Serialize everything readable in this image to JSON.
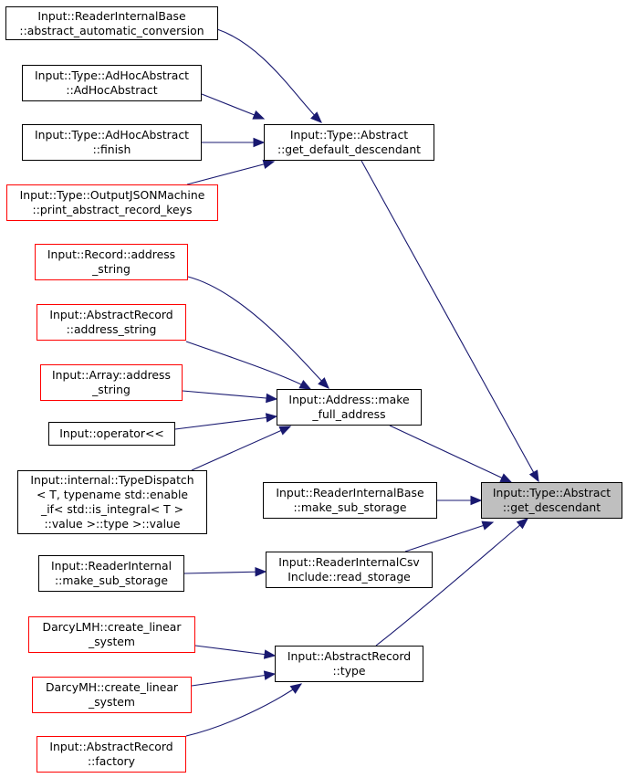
{
  "graph": {
    "edge_color": "#191970",
    "nodes": [
      {
        "id": "n1",
        "lines": [
          "Input::ReaderInternalBase",
          "::abstract_automatic_conversion"
        ],
        "border": "black"
      },
      {
        "id": "n2",
        "lines": [
          "Input::Type::AdHocAbstract",
          "::AdHocAbstract"
        ],
        "border": "black"
      },
      {
        "id": "n3",
        "lines": [
          "Input::Type::AdHocAbstract",
          "::finish"
        ],
        "border": "black"
      },
      {
        "id": "n4",
        "lines": [
          "Input::Type::OutputJSONMachine",
          "::print_abstract_record_keys"
        ],
        "border": "red"
      },
      {
        "id": "gdd",
        "lines": [
          "Input::Type::Abstract",
          "::get_default_descendant"
        ],
        "border": "black"
      },
      {
        "id": "n5",
        "lines": [
          "Input::Record::address",
          "_string"
        ],
        "border": "red"
      },
      {
        "id": "n6",
        "lines": [
          "Input::AbstractRecord",
          "::address_string"
        ],
        "border": "red"
      },
      {
        "id": "n7",
        "lines": [
          "Input::Array::address",
          "_string"
        ],
        "border": "red"
      },
      {
        "id": "n8",
        "lines": [
          "Input::operator<<"
        ],
        "border": "black"
      },
      {
        "id": "n9",
        "lines": [
          "Input::internal::TypeDispatch",
          "< T, typename std::enable",
          "_if< std::is_integral< T >",
          "::value >::type >::value"
        ],
        "border": "black"
      },
      {
        "id": "mfa",
        "lines": [
          "Input::Address::make",
          "_full_address"
        ],
        "border": "black"
      },
      {
        "id": "n10",
        "lines": [
          "Input::ReaderInternalBase",
          "::make_sub_storage"
        ],
        "border": "black"
      },
      {
        "id": "gd",
        "lines": [
          "Input::Type::Abstract",
          "::get_descendant"
        ],
        "border": "current"
      },
      {
        "id": "rs",
        "lines": [
          "Input::ReaderInternalCsv",
          "Include::read_storage"
        ],
        "border": "black"
      },
      {
        "id": "n11",
        "lines": [
          "Input::ReaderInternal",
          "::make_sub_storage"
        ],
        "border": "black"
      },
      {
        "id": "n12",
        "lines": [
          "DarcyLMH::create_linear",
          "_system"
        ],
        "border": "red"
      },
      {
        "id": "n13",
        "lines": [
          "DarcyMH::create_linear",
          "_system"
        ],
        "border": "red"
      },
      {
        "id": "n14",
        "lines": [
          "Input::AbstractRecord",
          "::factory"
        ],
        "border": "red"
      },
      {
        "id": "type",
        "lines": [
          "Input::AbstractRecord",
          "::type"
        ],
        "border": "black"
      }
    ],
    "edges": [
      [
        "n1",
        "gdd"
      ],
      [
        "n2",
        "gdd"
      ],
      [
        "n3",
        "gdd"
      ],
      [
        "n4",
        "gdd"
      ],
      [
        "gdd",
        "gd"
      ],
      [
        "n5",
        "mfa"
      ],
      [
        "n6",
        "mfa"
      ],
      [
        "n7",
        "mfa"
      ],
      [
        "n8",
        "mfa"
      ],
      [
        "n9",
        "mfa"
      ],
      [
        "mfa",
        "gd"
      ],
      [
        "n10",
        "gd"
      ],
      [
        "rs",
        "gd"
      ],
      [
        "n11",
        "rs"
      ],
      [
        "type",
        "gd"
      ],
      [
        "n12",
        "type"
      ],
      [
        "n13",
        "type"
      ],
      [
        "n14",
        "type"
      ]
    ]
  }
}
